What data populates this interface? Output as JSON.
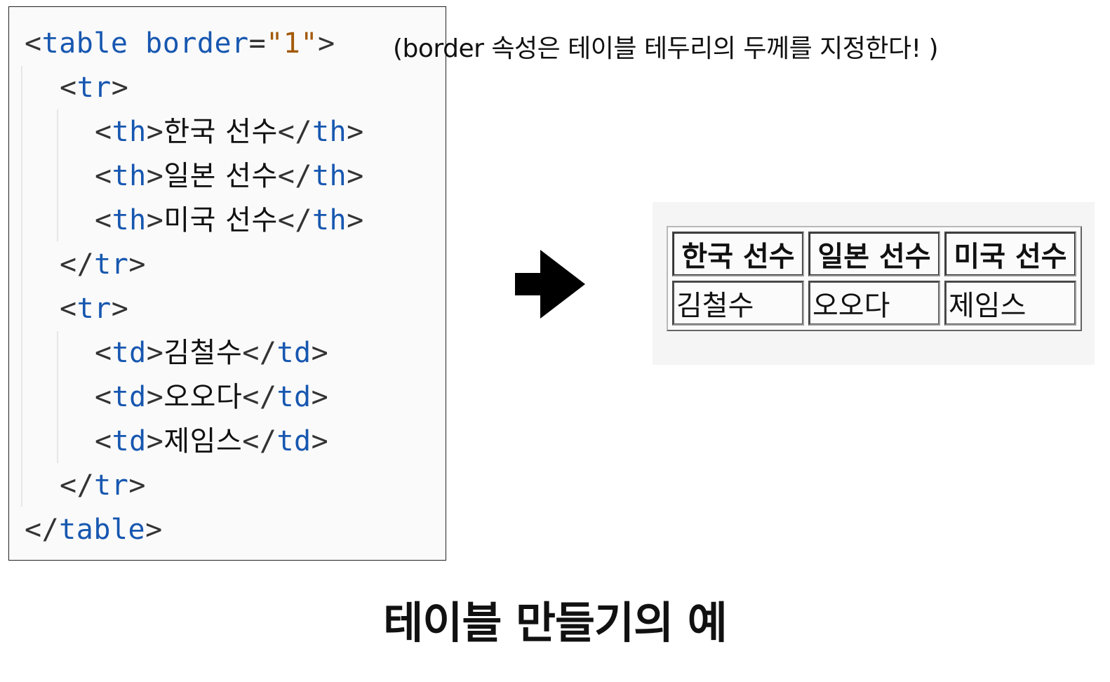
{
  "code": {
    "table_open": {
      "tag": "table",
      "attr_name": "border",
      "attr_value": "\"1\""
    },
    "row1_open": {
      "tag": "tr"
    },
    "header_cells": [
      {
        "tag": "th",
        "text": "한국 선수"
      },
      {
        "tag": "th",
        "text": "일본 선수"
      },
      {
        "tag": "th",
        "text": "미국 선수"
      }
    ],
    "row1_close": {
      "tag": "tr"
    },
    "row2_open": {
      "tag": "tr"
    },
    "data_cells": [
      {
        "tag": "td",
        "text": "김철수"
      },
      {
        "tag": "td",
        "text": "오오다"
      },
      {
        "tag": "td",
        "text": "제임스"
      }
    ],
    "row2_close": {
      "tag": "tr"
    },
    "table_close": {
      "tag": "table"
    }
  },
  "note": "(border 속성은 테이블 테두리의 두께를 지정한다! )",
  "rendered_table": {
    "headers": [
      "한국 선수",
      "일본 선수",
      "미국 선수"
    ],
    "row": [
      "김철수",
      "오오다",
      "제임스"
    ]
  },
  "caption": "테이블 만들기의 예",
  "colors": {
    "tag": "#1757b0",
    "string": "#a35a0a",
    "punctuation": "#333333",
    "arrow": "#000000"
  },
  "icons": {
    "arrow": "right-arrow-icon"
  }
}
